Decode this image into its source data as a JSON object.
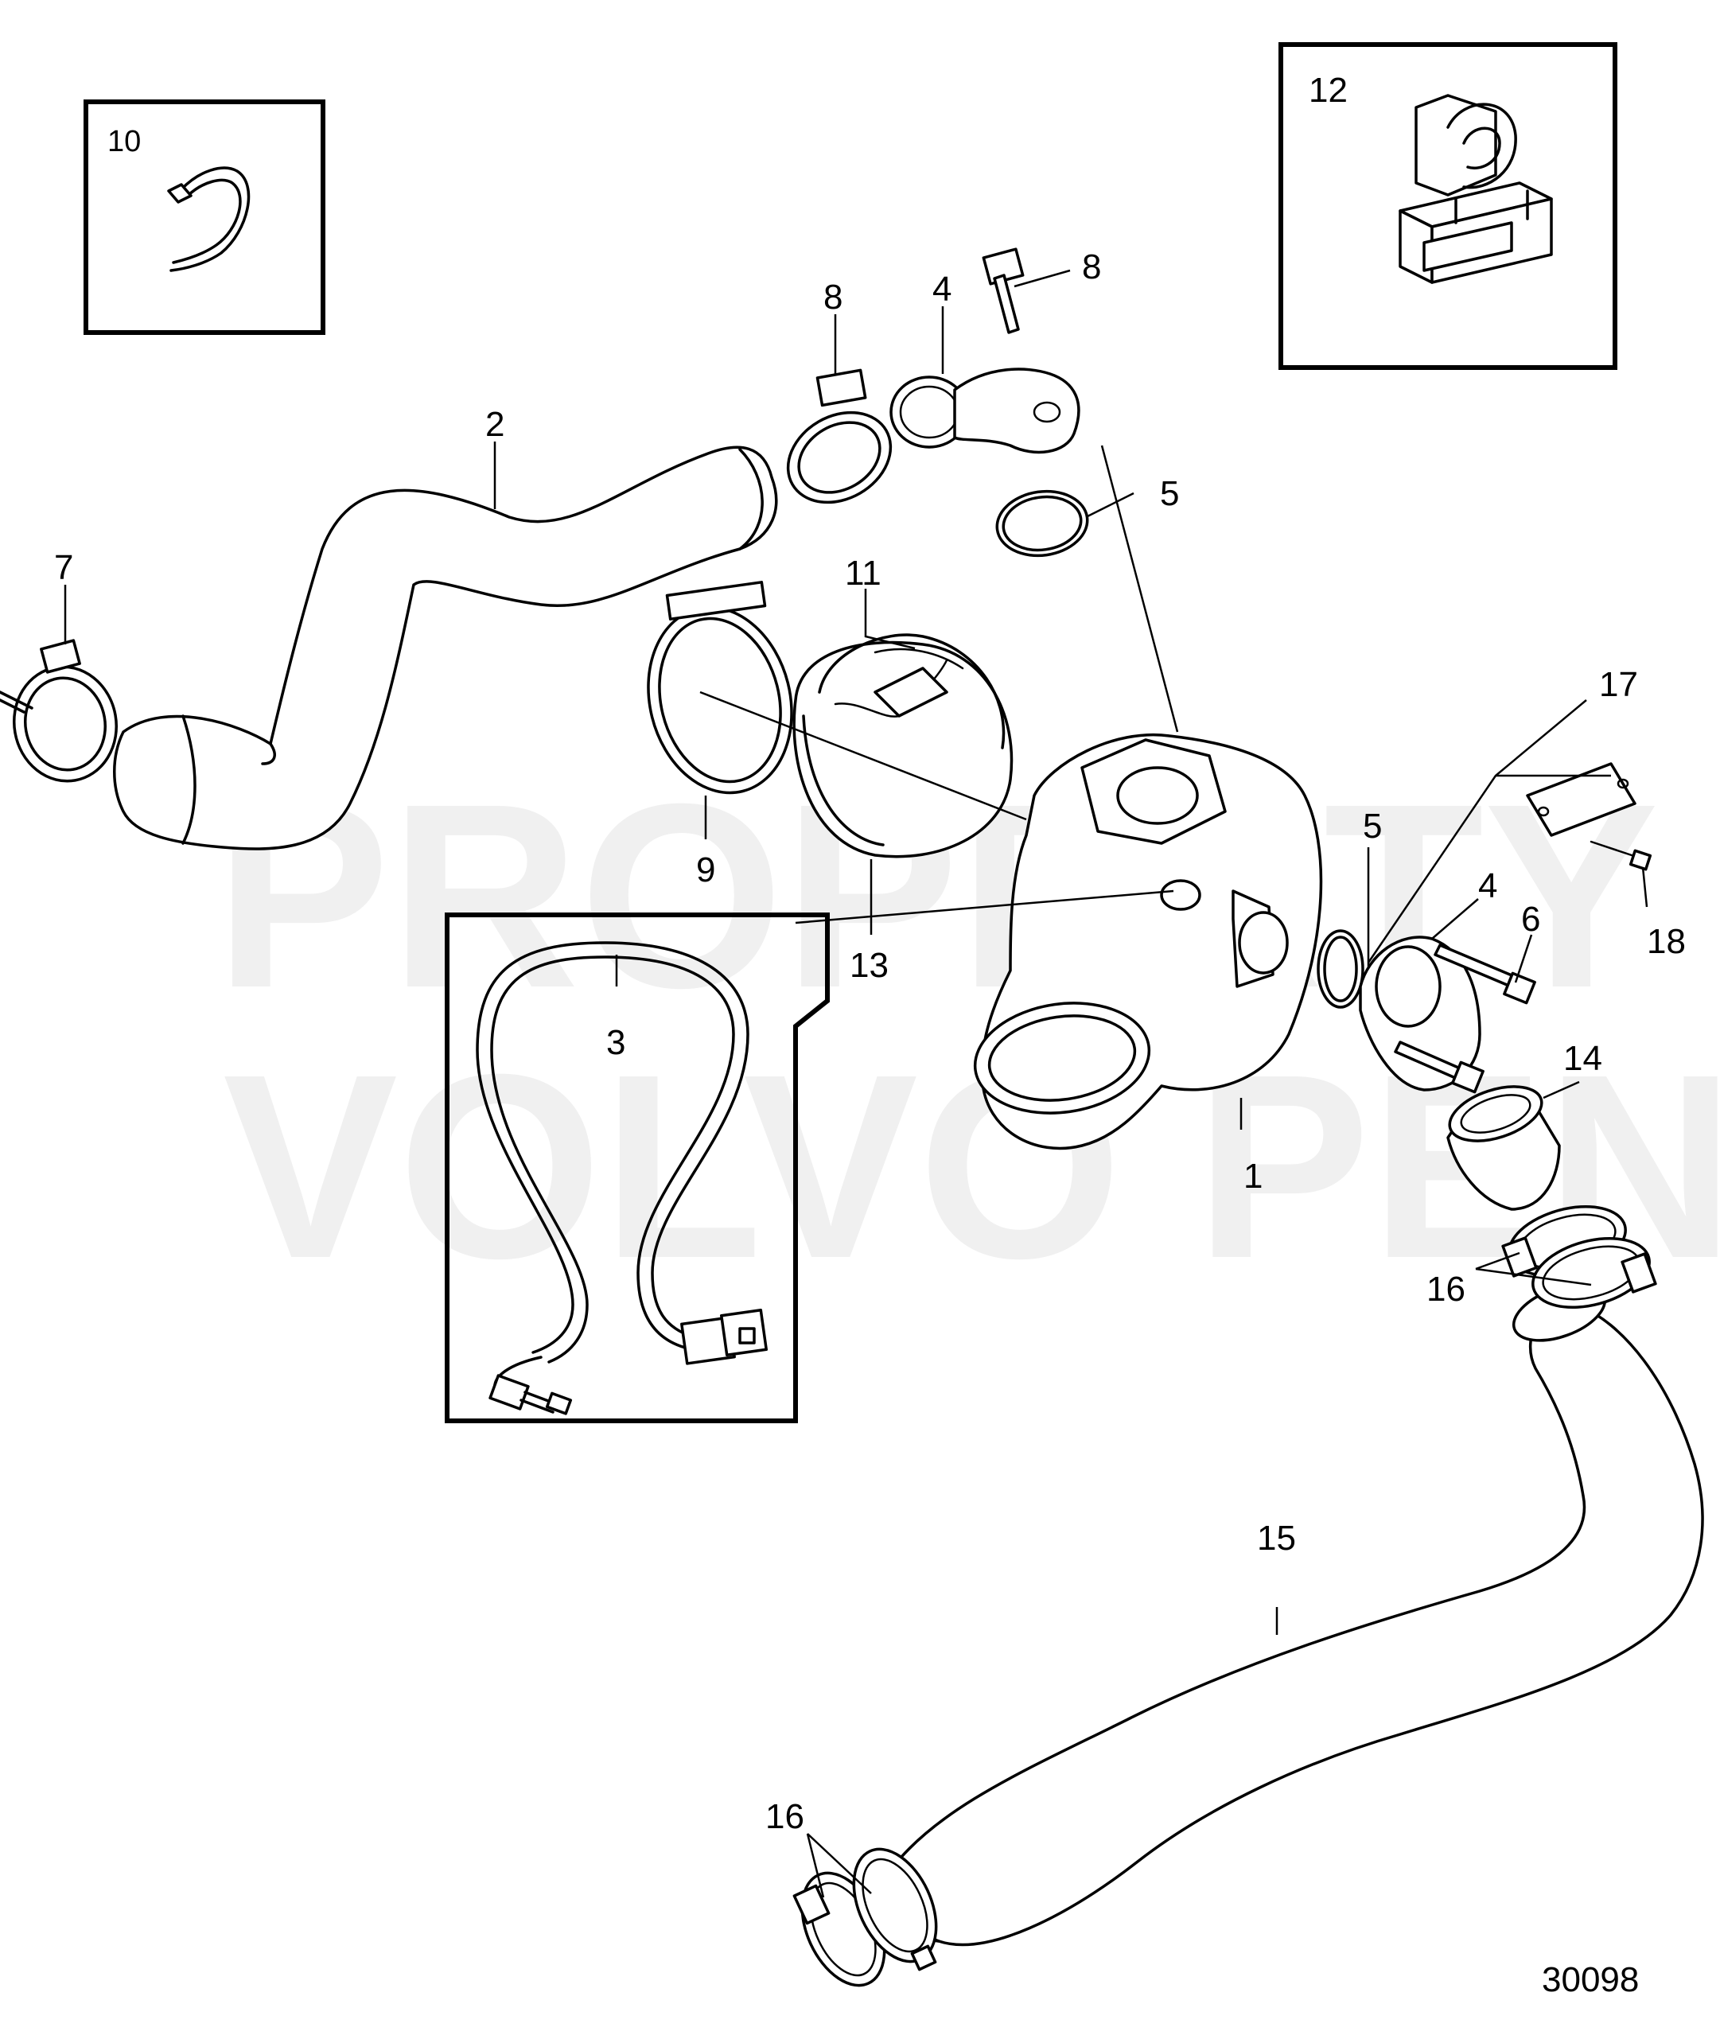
{
  "watermark": {
    "line1": "PROPERTY OF",
    "line2": "VOLVO PENTA"
  },
  "drawing_number": "30098",
  "callouts": {
    "c1": "1",
    "c2": "2",
    "c3": "3",
    "c4a": "4",
    "c4b": "4",
    "c5a": "5",
    "c5b": "5",
    "c6": "6",
    "c7": "7",
    "c8a": "8",
    "c8b": "8",
    "c9": "9",
    "c10": "10",
    "c11": "11",
    "c12": "12",
    "c13": "13",
    "c14": "14",
    "c15": "15",
    "c16a": "16",
    "c16b": "16",
    "c17": "17",
    "c18": "18"
  }
}
